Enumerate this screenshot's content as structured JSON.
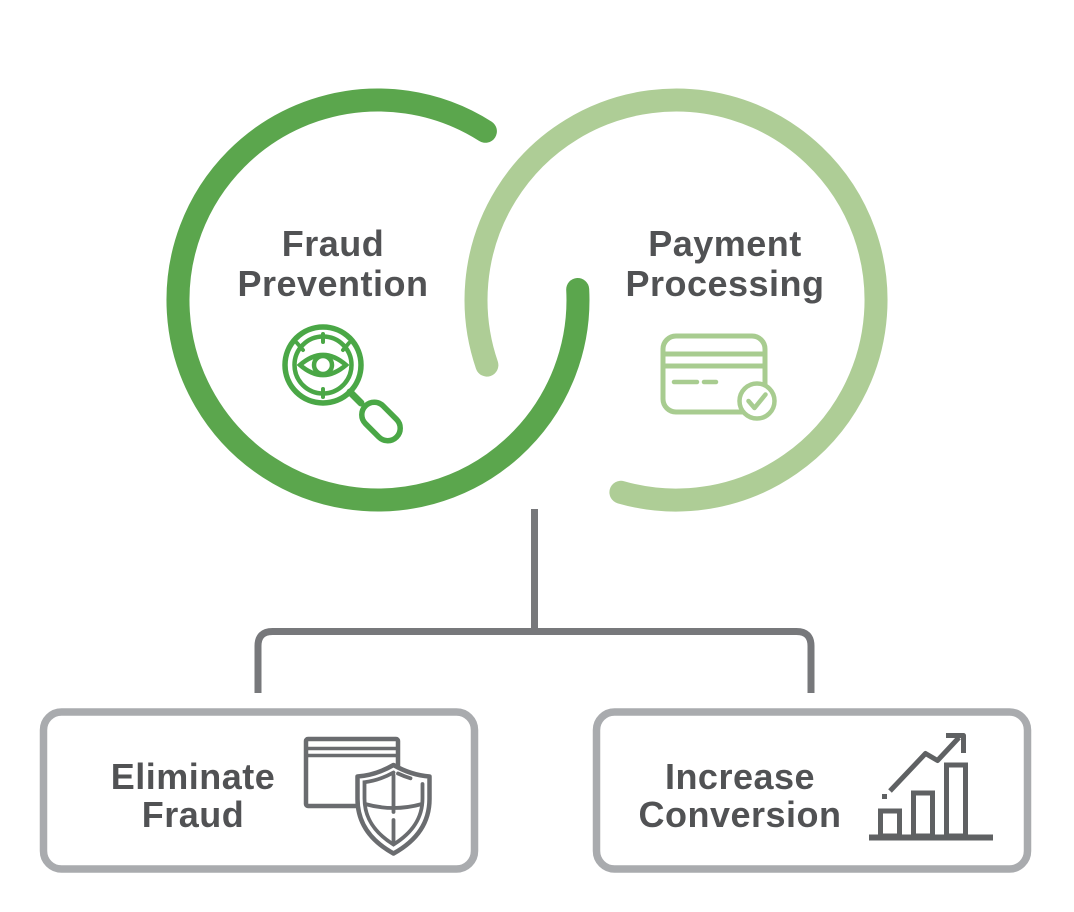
{
  "colors": {
    "background": "#ffffff",
    "dark_green": "#5ba64d",
    "light_green": "#aecd96",
    "icon_green": "#4aa746",
    "icon_light_green": "#a8cc90",
    "text_gray": "#515254",
    "connector_gray": "#77787b",
    "box_border_gray": "#a9abae",
    "icon_gray": "#6a6c6f"
  },
  "rings": {
    "fraud": {
      "line1": "Fraud",
      "line2": "Prevention",
      "icon": "magnifier-eye-icon"
    },
    "payment": {
      "line1": "Payment",
      "line2": "Processing",
      "icon": "credit-card-check-icon"
    }
  },
  "outcomes": {
    "eliminate": {
      "line1": "Eliminate",
      "line2": "Fraud",
      "icon": "window-shield-icon"
    },
    "increase": {
      "line1": "Increase",
      "line2": "Conversion",
      "icon": "growth-chart-arrow-icon"
    }
  }
}
